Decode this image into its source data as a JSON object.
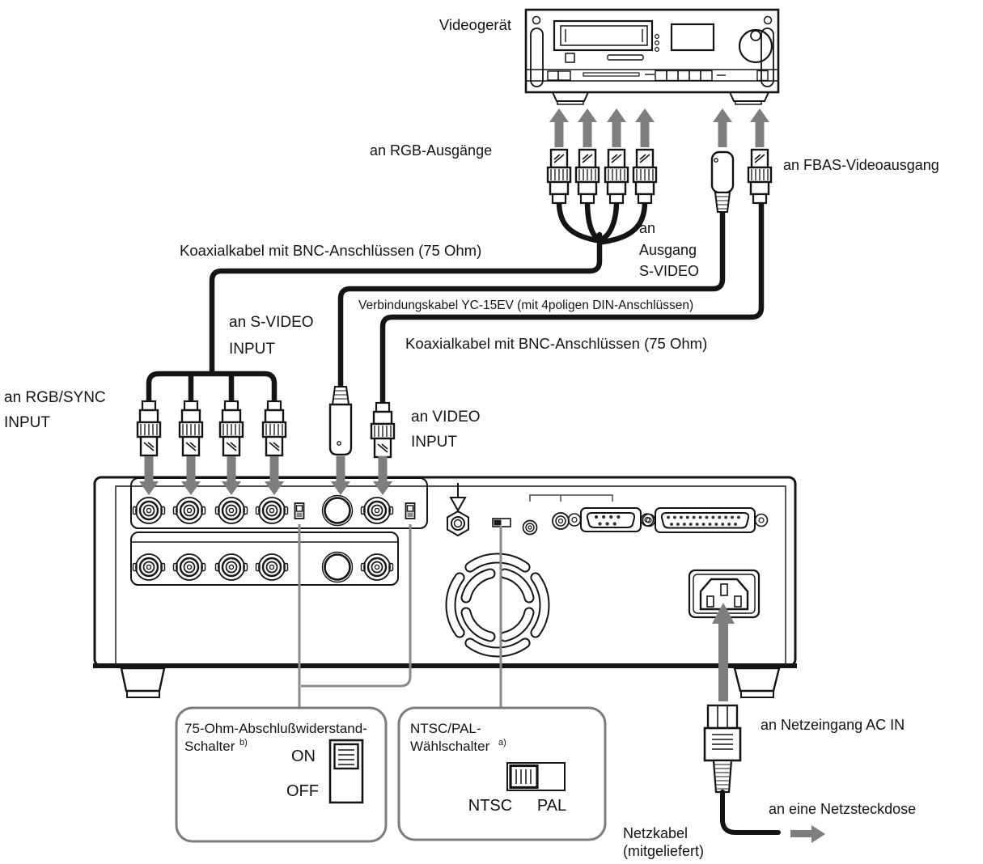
{
  "labels": {
    "device": "Videogerät",
    "rgb_outputs": "an RGB-Ausgänge",
    "fbas_output": "an FBAS-Videoausgang",
    "coax_cable_top": "Koaxialkabel mit BNC-Anschlüssen (75 Ohm)",
    "svideo_output_line1": "an",
    "svideo_output_line2": "Ausgang",
    "svideo_output_line3": "S-VIDEO",
    "yc15ev_cable": "Verbindungskabel YC-15EV (mit 4poligen DIN-Anschlüssen)",
    "coax_cable_bottom": "Koaxialkabel mit BNC-Anschlüssen (75 Ohm)",
    "svideo_input_line1": "an S-VIDEO",
    "svideo_input_line2": "INPUT",
    "rgb_sync_input_line1": "an RGB/SYNC",
    "rgb_sync_input_line2": "INPUT",
    "video_input_line1": "an VIDEO",
    "video_input_line2": "INPUT",
    "ac_inlet": "an Netzeingang AC IN",
    "outlet": "an eine Netzsteckdose",
    "power_cord_line1": "Netzkabel",
    "power_cord_line2": "(mitgeliefert)"
  },
  "callouts": {
    "termination": {
      "title_line1": "75-Ohm-Abschlußwiderstand-",
      "title_line2": "Schalter",
      "footnote": "b)",
      "on_label": "ON",
      "off_label": "OFF"
    },
    "ntsc_pal": {
      "title_line1": "NTSC/PAL-",
      "title_line2": "Wählschalter",
      "footnote": "a)",
      "ntsc_label": "NTSC",
      "pal_label": "PAL"
    }
  },
  "colors": {
    "line": "#141414",
    "arrow_gray": "#7e7e7e",
    "callout_gray": "#8a8a8a",
    "background": "#ffffff"
  }
}
